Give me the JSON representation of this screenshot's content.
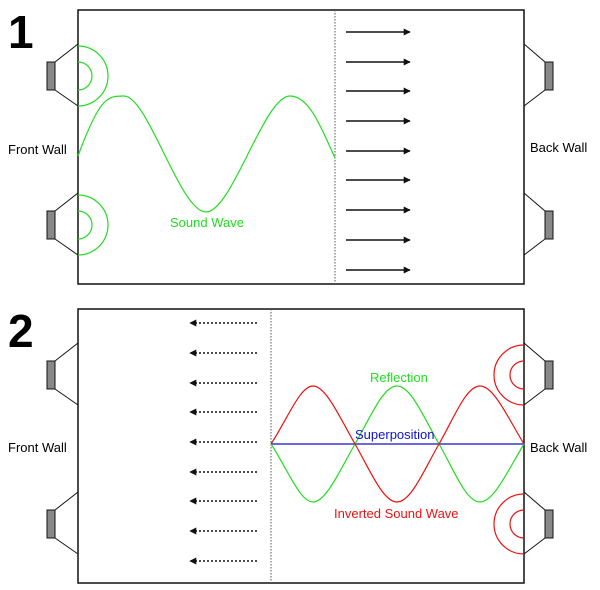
{
  "colors": {
    "wave": "#22dd22",
    "inverted": "#ee1111",
    "superposition": "#1111cc",
    "outline": "#111111",
    "speaker_fill": "#888888"
  },
  "panel1": {
    "number": "1",
    "front_wall": "Front Wall",
    "back_wall": "Back Wall",
    "wave_label": "Sound Wave",
    "arrow_style": "solid",
    "arrow_direction": "right",
    "arrow_count": 9
  },
  "panel2": {
    "number": "2",
    "front_wall": "Front Wall",
    "back_wall": "Back Wall",
    "reflection_label": "Reflection",
    "superposition_label": "Superposition",
    "inverted_label": "Inverted Sound Wave",
    "arrow_style": "dotted",
    "arrow_direction": "left",
    "arrow_count": 9
  },
  "icons": [
    "speaker-icon",
    "sound-emission-icon",
    "arrow-right-icon",
    "arrow-left-icon"
  ]
}
